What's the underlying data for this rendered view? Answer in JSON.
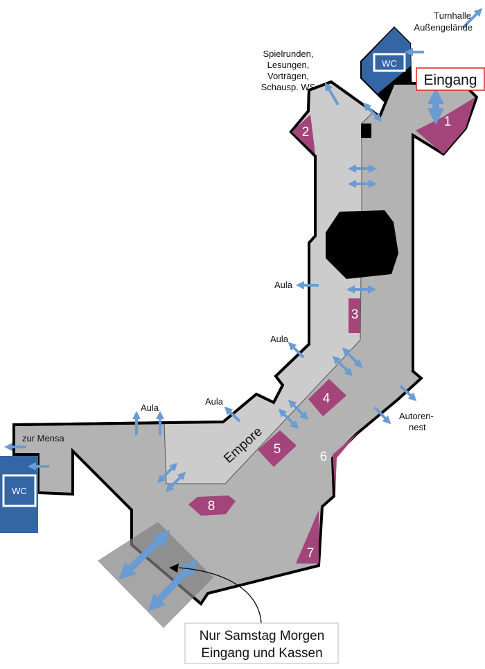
{
  "labels": {
    "turnhalle": [
      "Turnhalle",
      "Außengelände"
    ],
    "spielrunden": [
      "Spielrunden,",
      "Lesungen,",
      "Vorträgen,",
      "Schausp. WS"
    ],
    "eingang": "Eingang",
    "wc_top": "WC",
    "wc_left": "WC",
    "zur_mensa": "zur Mensa",
    "aula": "Aula",
    "empore": "Empore",
    "autorennest": [
      "Autoren-",
      "nest"
    ],
    "callout": [
      "Nur Samstag Morgen",
      "Eingang und Kassen"
    ]
  },
  "stations": [
    "1",
    "2",
    "3",
    "4",
    "5",
    "6",
    "7",
    "8"
  ],
  "colors": {
    "floor": "#b3b3b3",
    "gallery": "#cccccc",
    "station": "#a3457a",
    "wc": "#3465a4",
    "arrow": "#6a9bd2",
    "entrance_border": "#e02020"
  }
}
